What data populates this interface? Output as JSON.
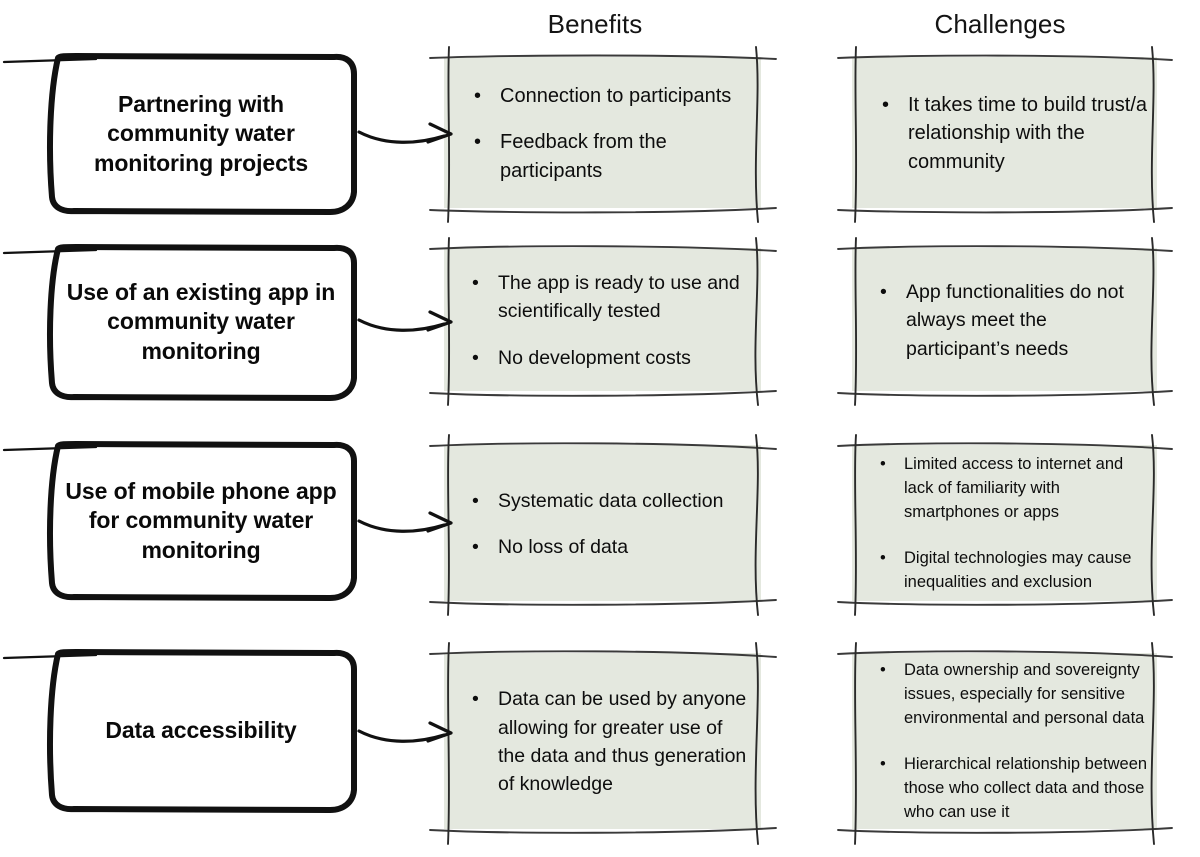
{
  "headers": {
    "benefits": "Benefits",
    "challenges": "Challenges"
  },
  "colors": {
    "box_fill": "#e4e8df",
    "stroke": "#1a1a1a",
    "page_background": "#ffffff",
    "text": "#0d0d0d"
  },
  "icons": {
    "arrow": "arrow-right-icon",
    "bullet": "bullet-dot-icon"
  },
  "bullet_glyph": "•",
  "rows": [
    {
      "topic": "Partnering with community water monitoring projects",
      "benefits": [
        "Connection to participants",
        "Feedback from the participants"
      ],
      "challenges": [
        "It takes time to build trust/a relationship with the community"
      ]
    },
    {
      "topic": "Use of an existing app in community water monitoring",
      "benefits": [
        "The app is ready to use and scientifically tested",
        "No development costs"
      ],
      "challenges": [
        "App functionalities do not always meet the participant’s needs"
      ]
    },
    {
      "topic": "Use of mobile phone app for community water monitoring",
      "benefits": [
        "Systematic data collection",
        "No loss of data"
      ],
      "challenges": [
        "Limited access to internet and lack of familiarity with smartphones or apps",
        "Digital technologies may cause inequalities and exclusion"
      ]
    },
    {
      "topic": "Data accessibility",
      "benefits": [
        "Data can be used by anyone allowing for greater use of the data and thus generation of knowledge"
      ],
      "challenges": [
        "Data ownership and sovereignty issues, especially for sensitive environmental and personal data",
        "Hierarchical relationship between those who collect data and those who can use it"
      ]
    }
  ]
}
